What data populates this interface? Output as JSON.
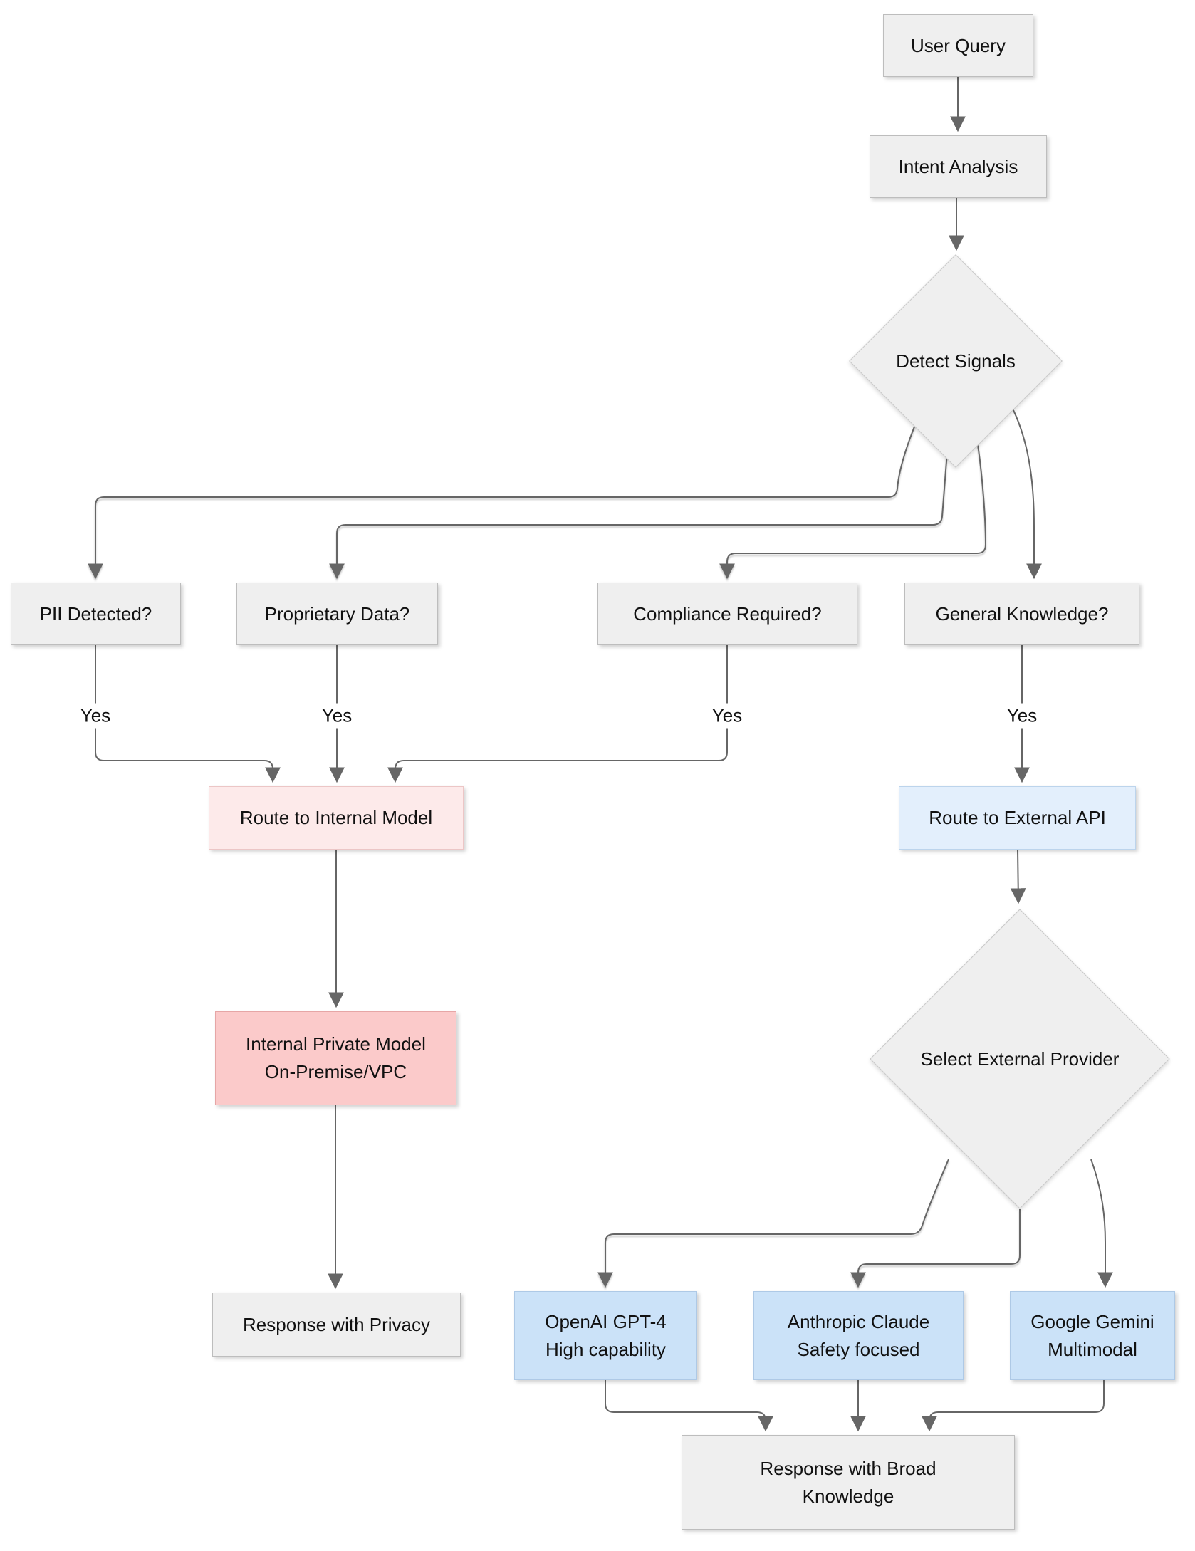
{
  "labels": {
    "yes": "Yes"
  },
  "colors": {
    "edge": "#666666",
    "node_gray": "#efefef",
    "node_pink_light": "#fdeaea",
    "node_pink": "#fbcaca",
    "node_blue_light": "#e3effc",
    "node_blue": "#cbe2f8"
  },
  "nodes": {
    "user_query": {
      "label": "User Query"
    },
    "intent_analysis": {
      "label": "Intent Analysis"
    },
    "detect_signals": {
      "label": "Detect Signals"
    },
    "pii": {
      "label": "PII Detected?"
    },
    "proprietary": {
      "label": "Proprietary Data?"
    },
    "compliance": {
      "label": "Compliance Required?"
    },
    "general": {
      "label": "General Knowledge?"
    },
    "route_internal": {
      "label": "Route to Internal Model"
    },
    "route_external": {
      "label": "Route to External API"
    },
    "internal_model": {
      "line1": "Internal Private Model",
      "line2": "On-Premise/VPC"
    },
    "select_provider": {
      "label": "Select External Provider"
    },
    "response_privacy": {
      "label": "Response with Privacy"
    },
    "openai": {
      "line1": "OpenAI GPT-4",
      "line2": "High capability"
    },
    "anthropic": {
      "line1": "Anthropic Claude",
      "line2": "Safety focused"
    },
    "gemini": {
      "line1": "Google Gemini",
      "line2": "Multimodal"
    },
    "response_broad": {
      "line1": "Response with Broad",
      "line2": "Knowledge"
    }
  },
  "edges": [
    {
      "from": "User Query",
      "to": "Intent Analysis",
      "label": ""
    },
    {
      "from": "Intent Analysis",
      "to": "Detect Signals",
      "label": ""
    },
    {
      "from": "Detect Signals",
      "to": "PII Detected?",
      "label": ""
    },
    {
      "from": "Detect Signals",
      "to": "Proprietary Data?",
      "label": ""
    },
    {
      "from": "Detect Signals",
      "to": "Compliance Required?",
      "label": ""
    },
    {
      "from": "Detect Signals",
      "to": "General Knowledge?",
      "label": ""
    },
    {
      "from": "PII Detected?",
      "to": "Route to Internal Model",
      "label": "Yes"
    },
    {
      "from": "Proprietary Data?",
      "to": "Route to Internal Model",
      "label": "Yes"
    },
    {
      "from": "Compliance Required?",
      "to": "Route to Internal Model",
      "label": "Yes"
    },
    {
      "from": "General Knowledge?",
      "to": "Route to External API",
      "label": "Yes"
    },
    {
      "from": "Route to Internal Model",
      "to": "Internal Private Model On-Premise/VPC",
      "label": ""
    },
    {
      "from": "Route to External API",
      "to": "Select External Provider",
      "label": ""
    },
    {
      "from": "Internal Private Model On-Premise/VPC",
      "to": "Response with Privacy",
      "label": ""
    },
    {
      "from": "Select External Provider",
      "to": "OpenAI GPT-4 High capability",
      "label": ""
    },
    {
      "from": "Select External Provider",
      "to": "Anthropic Claude Safety focused",
      "label": ""
    },
    {
      "from": "Select External Provider",
      "to": "Google Gemini Multimodal",
      "label": ""
    },
    {
      "from": "OpenAI GPT-4 High capability",
      "to": "Response with Broad Knowledge",
      "label": ""
    },
    {
      "from": "Anthropic Claude Safety focused",
      "to": "Response with Broad Knowledge",
      "label": ""
    },
    {
      "from": "Google Gemini Multimodal",
      "to": "Response with Broad Knowledge",
      "label": ""
    }
  ]
}
